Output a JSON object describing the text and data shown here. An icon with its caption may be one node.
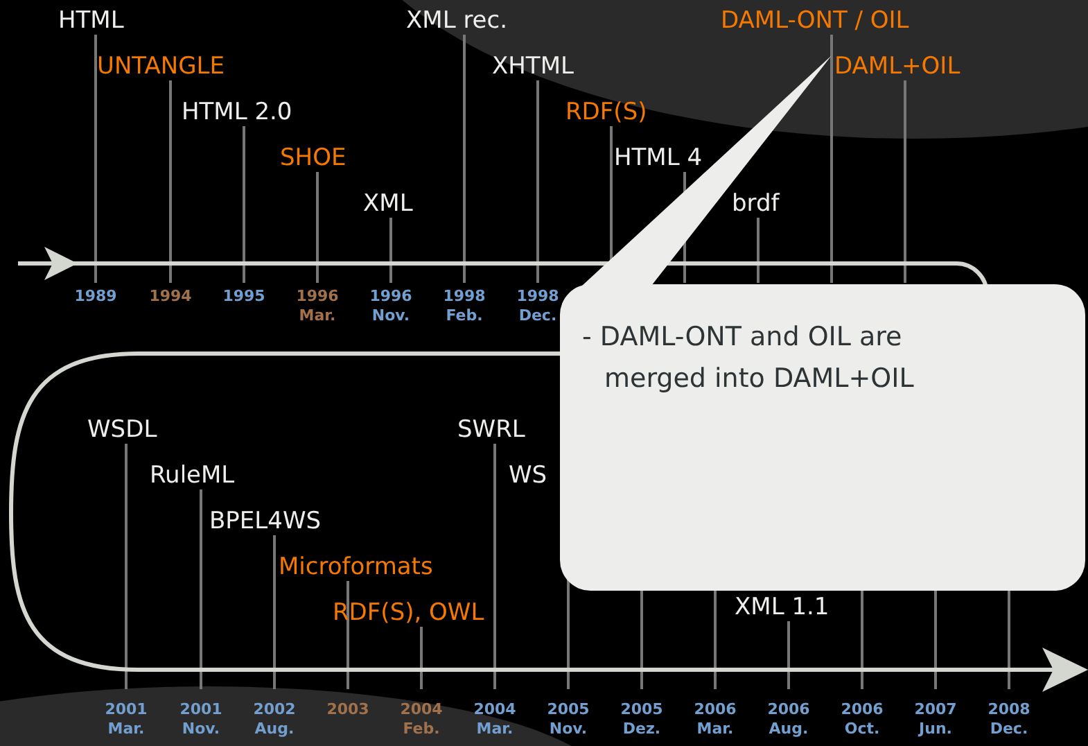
{
  "diagram": {
    "nodes": [
      {
        "text": [
          "- DAML-ONT and OIL are merged into DAML+OIL"
        ]
      }
    ],
    "labels": [
      "HTML",
      "UNTANGLE",
      "HTML 2.0",
      "SHOE",
      "XML",
      "XML rec.",
      "XHTML",
      "RDF(S)",
      "HTML 4",
      "brdf",
      "DAML-ONT / OIL",
      "DAML+OIL",
      "1989",
      "1994",
      "1995",
      "1996 Mar.",
      "1996 Nov.",
      "1998 Feb.",
      "1998 Dec.",
      "WSDL",
      "RuleML",
      "BPEL4WS",
      "Microformats",
      "RDF(S), OWL",
      "SWRL",
      "WS",
      "XML 1.1",
      "2001 Mar.",
      "2001 Nov.",
      "2002 Aug.",
      "2003",
      "2004 Feb.",
      "2004 Mar.",
      "2005 Nov.",
      "2005 Dez.",
      "2006 Mar.",
      "2006 Aug.",
      "2006 Oct.",
      "2007 Jun.",
      "2008 Dec."
    ]
  }
}
